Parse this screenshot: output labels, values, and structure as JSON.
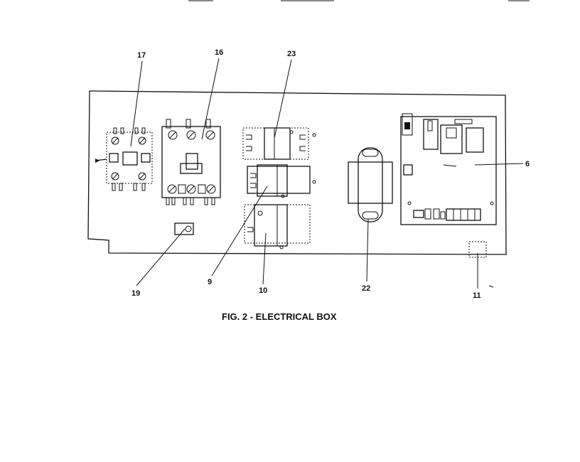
{
  "caption": "FIG. 2 - ELECTRICAL BOX",
  "callouts": {
    "c17": "17",
    "c16": "16",
    "c23": "23",
    "c6": "6",
    "c19": "19",
    "c9": "9",
    "c10": "10",
    "c22": "22",
    "c11": "11"
  }
}
